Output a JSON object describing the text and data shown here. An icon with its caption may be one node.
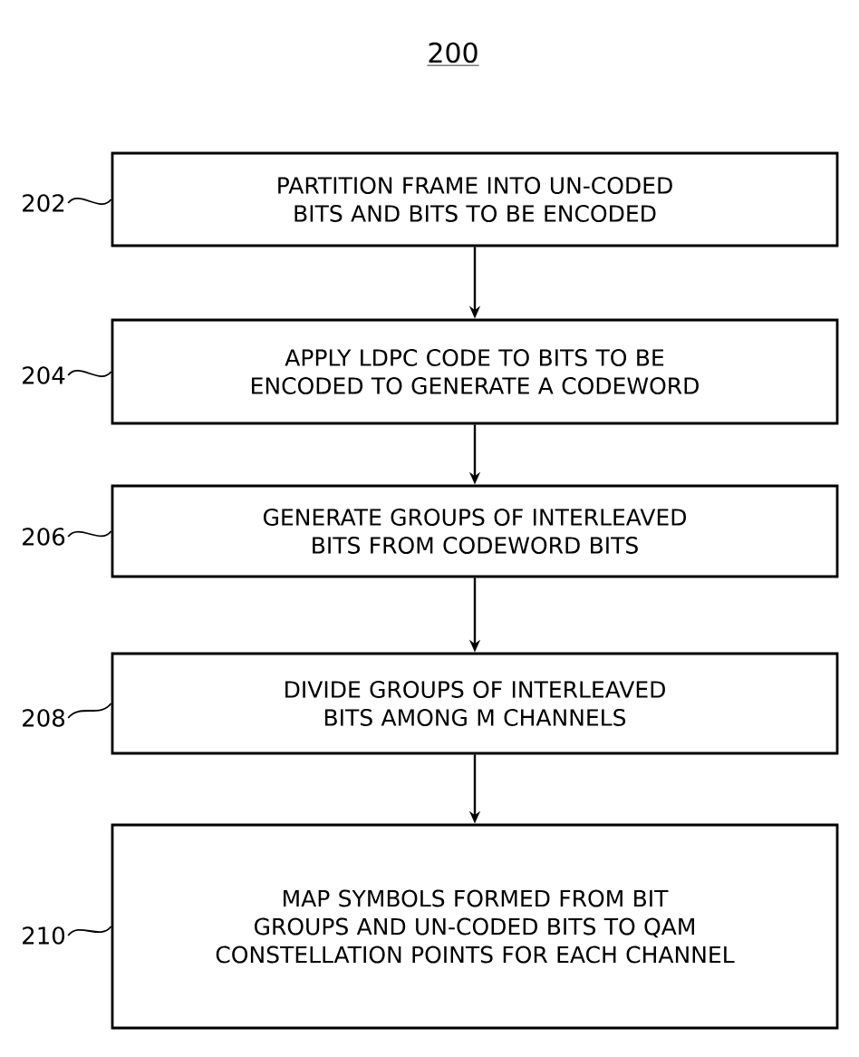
{
  "diagram": {
    "nodes": [
      {
        "text": [
          "PARTITION FRAME INTO UN-CODED BITS AND BITS TO BE ENCODED"
        ]
      },
      {
        "text": [
          "APPLY LDPC CODE TO BITS TO BE ENCODED TO GENERATE A CODEWORD"
        ]
      },
      {
        "text": [
          "GENERATE GROUPS OF INTERLEAVED BITS FROM CODEWORD BITS"
        ]
      },
      {
        "text": [
          "DIVIDE GROUPS OF INTERLEAVED BITS AMONG M CHANNELS"
        ]
      },
      {
        "text": [
          "MAP SYMBOLS FORMED FROM BIT GROUPS AND UN-CODED BITS TO QAM CONSTELLATION POINTS FOR EACH CHANNEL"
        ]
      },
      {
        "text": [
          "202"
        ]
      },
      {
        "text": [
          "204"
        ]
      },
      {
        "text": [
          "206"
        ]
      },
      {
        "text": [
          "208"
        ]
      },
      {
        "text": [
          "210"
        ]
      }
    ],
    "edges": [
      {
        "from": 0,
        "to": 1,
        "arrow": "to"
      },
      {
        "from": 1,
        "to": 2,
        "arrow": "to"
      },
      {
        "from": 2,
        "to": 3,
        "arrow": "to"
      },
      {
        "from": 3,
        "to": 4,
        "arrow": "to"
      },
      {
        "from": 5,
        "to": 0,
        "arrow": "none"
      },
      {
        "from": 6,
        "to": 1,
        "arrow": "none"
      },
      {
        "from": 7,
        "to": 2,
        "arrow": "none"
      },
      {
        "from": 8,
        "to": 3,
        "arrow": "none"
      },
      {
        "from": 9,
        "to": 4,
        "arrow": "none"
      }
    ],
    "labels": [
      "200"
    ]
  }
}
